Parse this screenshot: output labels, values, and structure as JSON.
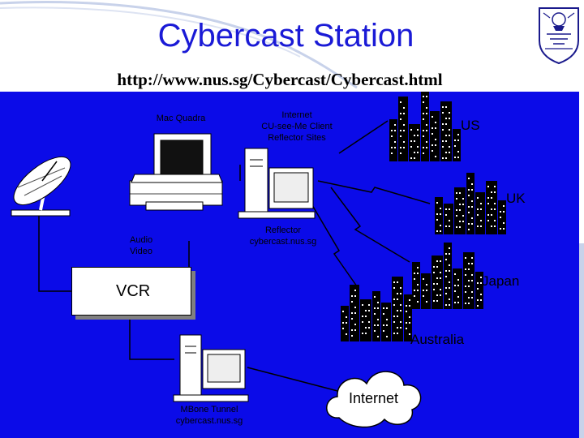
{
  "slide": {
    "title": "Cybercast Station",
    "url": "http://www.nus.sg/Cybercast/Cybercast.html"
  },
  "diagram": {
    "mac_label": "Mac Quadra",
    "internet_clients_label": [
      "Internet",
      "CU-see-Me Client",
      "Reflector Sites"
    ],
    "reflector_label": [
      "Reflector",
      "cybercast.nus.sg"
    ],
    "audio_video_label": [
      "Audio",
      "Video"
    ],
    "vcr_label": "VCR",
    "mbone_label": [
      "MBone Tunnel",
      "cybercast.nus.sg"
    ],
    "internet_cloud_label": "Internet",
    "sites": [
      "US",
      "UK",
      "Japan",
      "Australia"
    ]
  },
  "colors": {
    "title": "#1a1ad6",
    "panel": "#0b0be8",
    "city": "#000000"
  },
  "icons": [
    "satellite-dish-icon",
    "computer-icon",
    "server-tower-icon",
    "city-skyline-icon",
    "cloud-icon",
    "lightning-link-icon",
    "university-crest-icon"
  ]
}
